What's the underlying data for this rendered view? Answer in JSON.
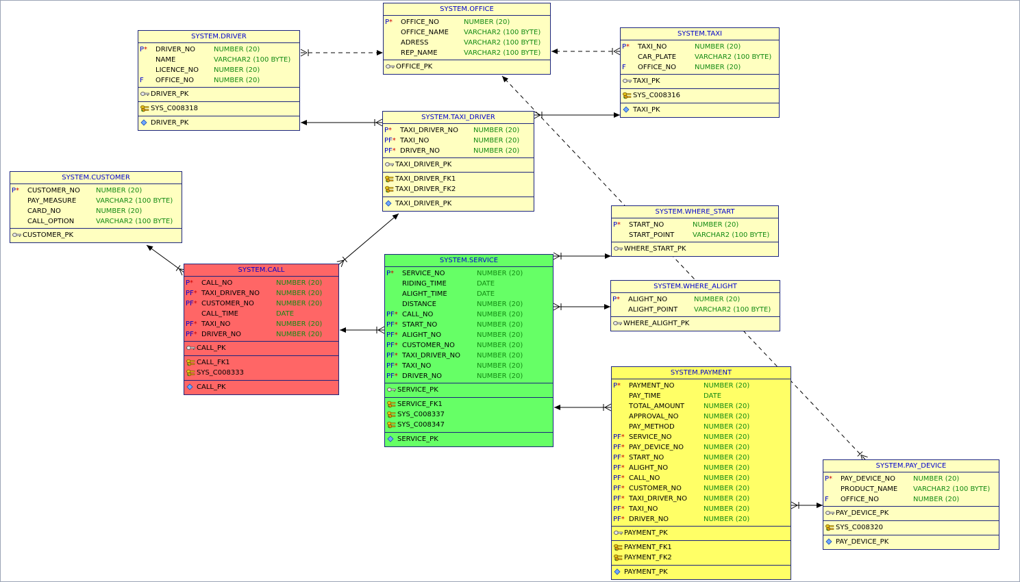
{
  "colors": {
    "default_bg": "#ffffc0",
    "call_bg": "#ff6666",
    "service_bg": "#66ff66",
    "payment_bg": "#ffff66",
    "border": "#1a237e",
    "title_text": "#0000cc",
    "type_text": "#138a13",
    "mandatory_star": "#cc0000"
  },
  "tables": [
    {
      "name": "SYSTEM.OFFICE",
      "columns": [
        {
          "flag": "P",
          "star": "*",
          "name": "OFFICE_NO",
          "type": "NUMBER (20)"
        },
        {
          "flag": "",
          "star": "",
          "name": "OFFICE_NAME",
          "type": "VARCHAR2 (100 BYTE)"
        },
        {
          "flag": "",
          "star": "",
          "name": "ADRESS",
          "type": "VARCHAR2 (100 BYTE)"
        },
        {
          "flag": "",
          "star": "",
          "name": "REP_NAME",
          "type": "VARCHAR2 (100 BYTE)"
        }
      ],
      "sections": [
        [
          {
            "icon": "pk-key-icon",
            "label": "OFFICE_PK"
          }
        ]
      ]
    },
    {
      "name": "SYSTEM.DRIVER",
      "columns": [
        {
          "flag": "P",
          "star": "*",
          "name": "DRIVER_NO",
          "type": "NUMBER (20)"
        },
        {
          "flag": "",
          "star": "",
          "name": "NAME",
          "type": "VARCHAR2 (100 BYTE)"
        },
        {
          "flag": "",
          "star": "",
          "name": "LICENCE_NO",
          "type": "NUMBER (20)"
        },
        {
          "flag": "F",
          "star": "",
          "name": "OFFICE_NO",
          "type": "NUMBER (20)"
        }
      ],
      "sections": [
        [
          {
            "icon": "pk-key-icon",
            "label": "DRIVER_PK"
          }
        ],
        [
          {
            "icon": "fk-key-icon",
            "label": "SYS_C008318"
          }
        ],
        [
          {
            "icon": "index-diamond-icon",
            "label": "DRIVER_PK"
          }
        ]
      ]
    },
    {
      "name": "SYSTEM.TAXI",
      "columns": [
        {
          "flag": "P",
          "star": "*",
          "name": "TAXI_NO",
          "type": "NUMBER (20)"
        },
        {
          "flag": "",
          "star": "",
          "name": "CAR_PLATE",
          "type": "VARCHAR2 (100 BYTE)"
        },
        {
          "flag": "F",
          "star": "",
          "name": "OFFICE_NO",
          "type": "NUMBER (20)"
        }
      ],
      "sections": [
        [
          {
            "icon": "pk-key-icon",
            "label": "TAXI_PK"
          }
        ],
        [
          {
            "icon": "fk-key-icon",
            "label": "SYS_C008316"
          }
        ],
        [
          {
            "icon": "index-diamond-icon",
            "label": "TAXI_PK"
          }
        ]
      ]
    },
    {
      "name": "SYSTEM.TAXI_DRIVER",
      "columns": [
        {
          "flag": "P",
          "star": "*",
          "name": "TAXI_DRIVER_NO",
          "type": "NUMBER (20)"
        },
        {
          "flag": "PF",
          "star": "*",
          "name": "TAXI_NO",
          "type": "NUMBER (20)"
        },
        {
          "flag": "PF",
          "star": "*",
          "name": "DRIVER_NO",
          "type": "NUMBER (20)"
        }
      ],
      "sections": [
        [
          {
            "icon": "pk-key-icon",
            "label": "TAXI_DRIVER_PK"
          }
        ],
        [
          {
            "icon": "fk-key-icon",
            "label": "TAXI_DRIVER_FK1"
          },
          {
            "icon": "fk-key-icon",
            "label": "TAXI_DRIVER_FK2"
          }
        ],
        [
          {
            "icon": "index-diamond-icon",
            "label": "TAXI_DRIVER_PK"
          }
        ]
      ]
    },
    {
      "name": "SYSTEM.CUSTOMER",
      "columns": [
        {
          "flag": "P",
          "star": "*",
          "name": "CUSTOMER_NO",
          "type": "NUMBER (20)"
        },
        {
          "flag": "",
          "star": "",
          "name": "PAY_MEASURE",
          "type": "VARCHAR2 (100 BYTE)"
        },
        {
          "flag": "",
          "star": "",
          "name": "CARD_NO",
          "type": "NUMBER (20)"
        },
        {
          "flag": "",
          "star": "",
          "name": "CALL_OPTION",
          "type": "VARCHAR2 (100 BYTE)"
        }
      ],
      "sections": [
        [
          {
            "icon": "pk-key-icon",
            "label": "CUSTOMER_PK"
          }
        ]
      ]
    },
    {
      "name": "SYSTEM.WHERE_START",
      "columns": [
        {
          "flag": "P",
          "star": "*",
          "name": "START_NO",
          "type": "NUMBER (20)"
        },
        {
          "flag": "",
          "star": "",
          "name": "START_POINT",
          "type": "VARCHAR2 (100 BYTE)"
        }
      ],
      "sections": [
        [
          {
            "icon": "pk-key-icon",
            "label": "WHERE_START_PK"
          }
        ]
      ]
    },
    {
      "name": "SYSTEM.WHERE_ALIGHT",
      "columns": [
        {
          "flag": "P",
          "star": "*",
          "name": "ALIGHT_NO",
          "type": "NUMBER (20)"
        },
        {
          "flag": "",
          "star": "",
          "name": "ALIGHT_POINT",
          "type": "VARCHAR2 (100 BYTE)"
        }
      ],
      "sections": [
        [
          {
            "icon": "pk-key-icon",
            "label": "WHERE_ALIGHT_PK"
          }
        ]
      ]
    },
    {
      "name": "SYSTEM.CALL",
      "columns": [
        {
          "flag": "P",
          "star": "*",
          "name": "CALL_NO",
          "type": "NUMBER (20)"
        },
        {
          "flag": "PF",
          "star": "*",
          "name": "TAXI_DRIVER_NO",
          "type": "NUMBER (20)"
        },
        {
          "flag": "PF",
          "star": "*",
          "name": "CUSTOMER_NO",
          "type": "NUMBER (20)"
        },
        {
          "flag": "",
          "star": "",
          "name": "CALL_TIME",
          "type": "DATE"
        },
        {
          "flag": "PF",
          "star": "*",
          "name": "TAXI_NO",
          "type": "NUMBER (20)"
        },
        {
          "flag": "PF",
          "star": "*",
          "name": "DRIVER_NO",
          "type": "NUMBER (20)"
        }
      ],
      "sections": [
        [
          {
            "icon": "pk-key-icon",
            "label": "CALL_PK"
          }
        ],
        [
          {
            "icon": "fk-key-icon",
            "label": "CALL_FK1"
          },
          {
            "icon": "fk-key-icon",
            "label": "SYS_C008333"
          }
        ],
        [
          {
            "icon": "index-diamond-icon",
            "label": "CALL_PK"
          }
        ]
      ]
    },
    {
      "name": "SYSTEM.SERVICE",
      "columns": [
        {
          "flag": "P",
          "star": "*",
          "name": "SERVICE_NO",
          "type": "NUMBER (20)"
        },
        {
          "flag": "",
          "star": "",
          "name": "RIDING_TIME",
          "type": "DATE"
        },
        {
          "flag": "",
          "star": "",
          "name": "ALIGHT_TIME",
          "type": "DATE"
        },
        {
          "flag": "",
          "star": "",
          "name": "DISTANCE",
          "type": "NUMBER (20)"
        },
        {
          "flag": "PF",
          "star": "*",
          "name": "CALL_NO",
          "type": "NUMBER (20)"
        },
        {
          "flag": "PF",
          "star": "*",
          "name": "START_NO",
          "type": "NUMBER (20)"
        },
        {
          "flag": "PF",
          "star": "*",
          "name": "ALIGHT_NO",
          "type": "NUMBER (20)"
        },
        {
          "flag": "PF",
          "star": "*",
          "name": "CUSTOMER_NO",
          "type": "NUMBER (20)"
        },
        {
          "flag": "PF",
          "star": "*",
          "name": "TAXI_DRIVER_NO",
          "type": "NUMBER (20)"
        },
        {
          "flag": "PF",
          "star": "*",
          "name": "TAXI_NO",
          "type": "NUMBER (20)"
        },
        {
          "flag": "PF",
          "star": "*",
          "name": "DRIVER_NO",
          "type": "NUMBER (20)"
        }
      ],
      "sections": [
        [
          {
            "icon": "pk-key-icon",
            "label": "SERVICE_PK"
          }
        ],
        [
          {
            "icon": "fk-key-icon",
            "label": "SERVICE_FK1"
          },
          {
            "icon": "fk-key-icon",
            "label": "SYS_C008337"
          },
          {
            "icon": "fk-key-icon",
            "label": "SYS_C008347"
          }
        ],
        [
          {
            "icon": "index-diamond-icon",
            "label": "SERVICE_PK"
          }
        ]
      ]
    },
    {
      "name": "SYSTEM.PAYMENT",
      "columns": [
        {
          "flag": "P",
          "star": "*",
          "name": "PAYMENT_NO",
          "type": "NUMBER (20)"
        },
        {
          "flag": "",
          "star": "",
          "name": "PAY_TIME",
          "type": "DATE"
        },
        {
          "flag": "",
          "star": "",
          "name": "TOTAL_AMOUNT",
          "type": "NUMBER (20)"
        },
        {
          "flag": "",
          "star": "",
          "name": "APPROVAL_NO",
          "type": "NUMBER (20)"
        },
        {
          "flag": "",
          "star": "",
          "name": "PAY_METHOD",
          "type": "NUMBER (20)"
        },
        {
          "flag": "PF",
          "star": "*",
          "name": "SERVICE_NO",
          "type": "NUMBER (20)"
        },
        {
          "flag": "PF",
          "star": "*",
          "name": "PAY_DEVICE_NO",
          "type": "NUMBER (20)"
        },
        {
          "flag": "PF",
          "star": "*",
          "name": "START_NO",
          "type": "NUMBER (20)"
        },
        {
          "flag": "PF",
          "star": "*",
          "name": "ALIGHT_NO",
          "type": "NUMBER (20)"
        },
        {
          "flag": "PF",
          "star": "*",
          "name": "CALL_NO",
          "type": "NUMBER (20)"
        },
        {
          "flag": "PF",
          "star": "*",
          "name": "CUSTOMER_NO",
          "type": "NUMBER (20)"
        },
        {
          "flag": "PF",
          "star": "*",
          "name": "TAXI_DRIVER_NO",
          "type": "NUMBER (20)"
        },
        {
          "flag": "PF",
          "star": "*",
          "name": "TAXI_NO",
          "type": "NUMBER (20)"
        },
        {
          "flag": "PF",
          "star": "*",
          "name": "DRIVER_NO",
          "type": "NUMBER (20)"
        }
      ],
      "sections": [
        [
          {
            "icon": "pk-key-icon",
            "label": "PAYMENT_PK"
          }
        ],
        [
          {
            "icon": "fk-key-icon",
            "label": "PAYMENT_FK1"
          },
          {
            "icon": "fk-key-icon",
            "label": "PAYMENT_FK2"
          }
        ],
        [
          {
            "icon": "index-diamond-icon",
            "label": "PAYMENT_PK"
          }
        ]
      ]
    },
    {
      "name": "SYSTEM.PAY_DEVICE",
      "columns": [
        {
          "flag": "P",
          "star": "*",
          "name": "PAY_DEVICE_NO",
          "type": "NUMBER (20)"
        },
        {
          "flag": "",
          "star": "",
          "name": "PRODUCT_NAME",
          "type": "VARCHAR2 (100 BYTE)"
        },
        {
          "flag": "F",
          "star": "",
          "name": "OFFICE_NO",
          "type": "NUMBER (20)"
        }
      ],
      "sections": [
        [
          {
            "icon": "pk-key-icon",
            "label": "PAY_DEVICE_PK"
          }
        ],
        [
          {
            "icon": "fk-key-icon",
            "label": "SYS_C008320"
          }
        ],
        [
          {
            "icon": "index-diamond-icon",
            "label": "PAY_DEVICE_PK"
          }
        ]
      ]
    }
  ]
}
